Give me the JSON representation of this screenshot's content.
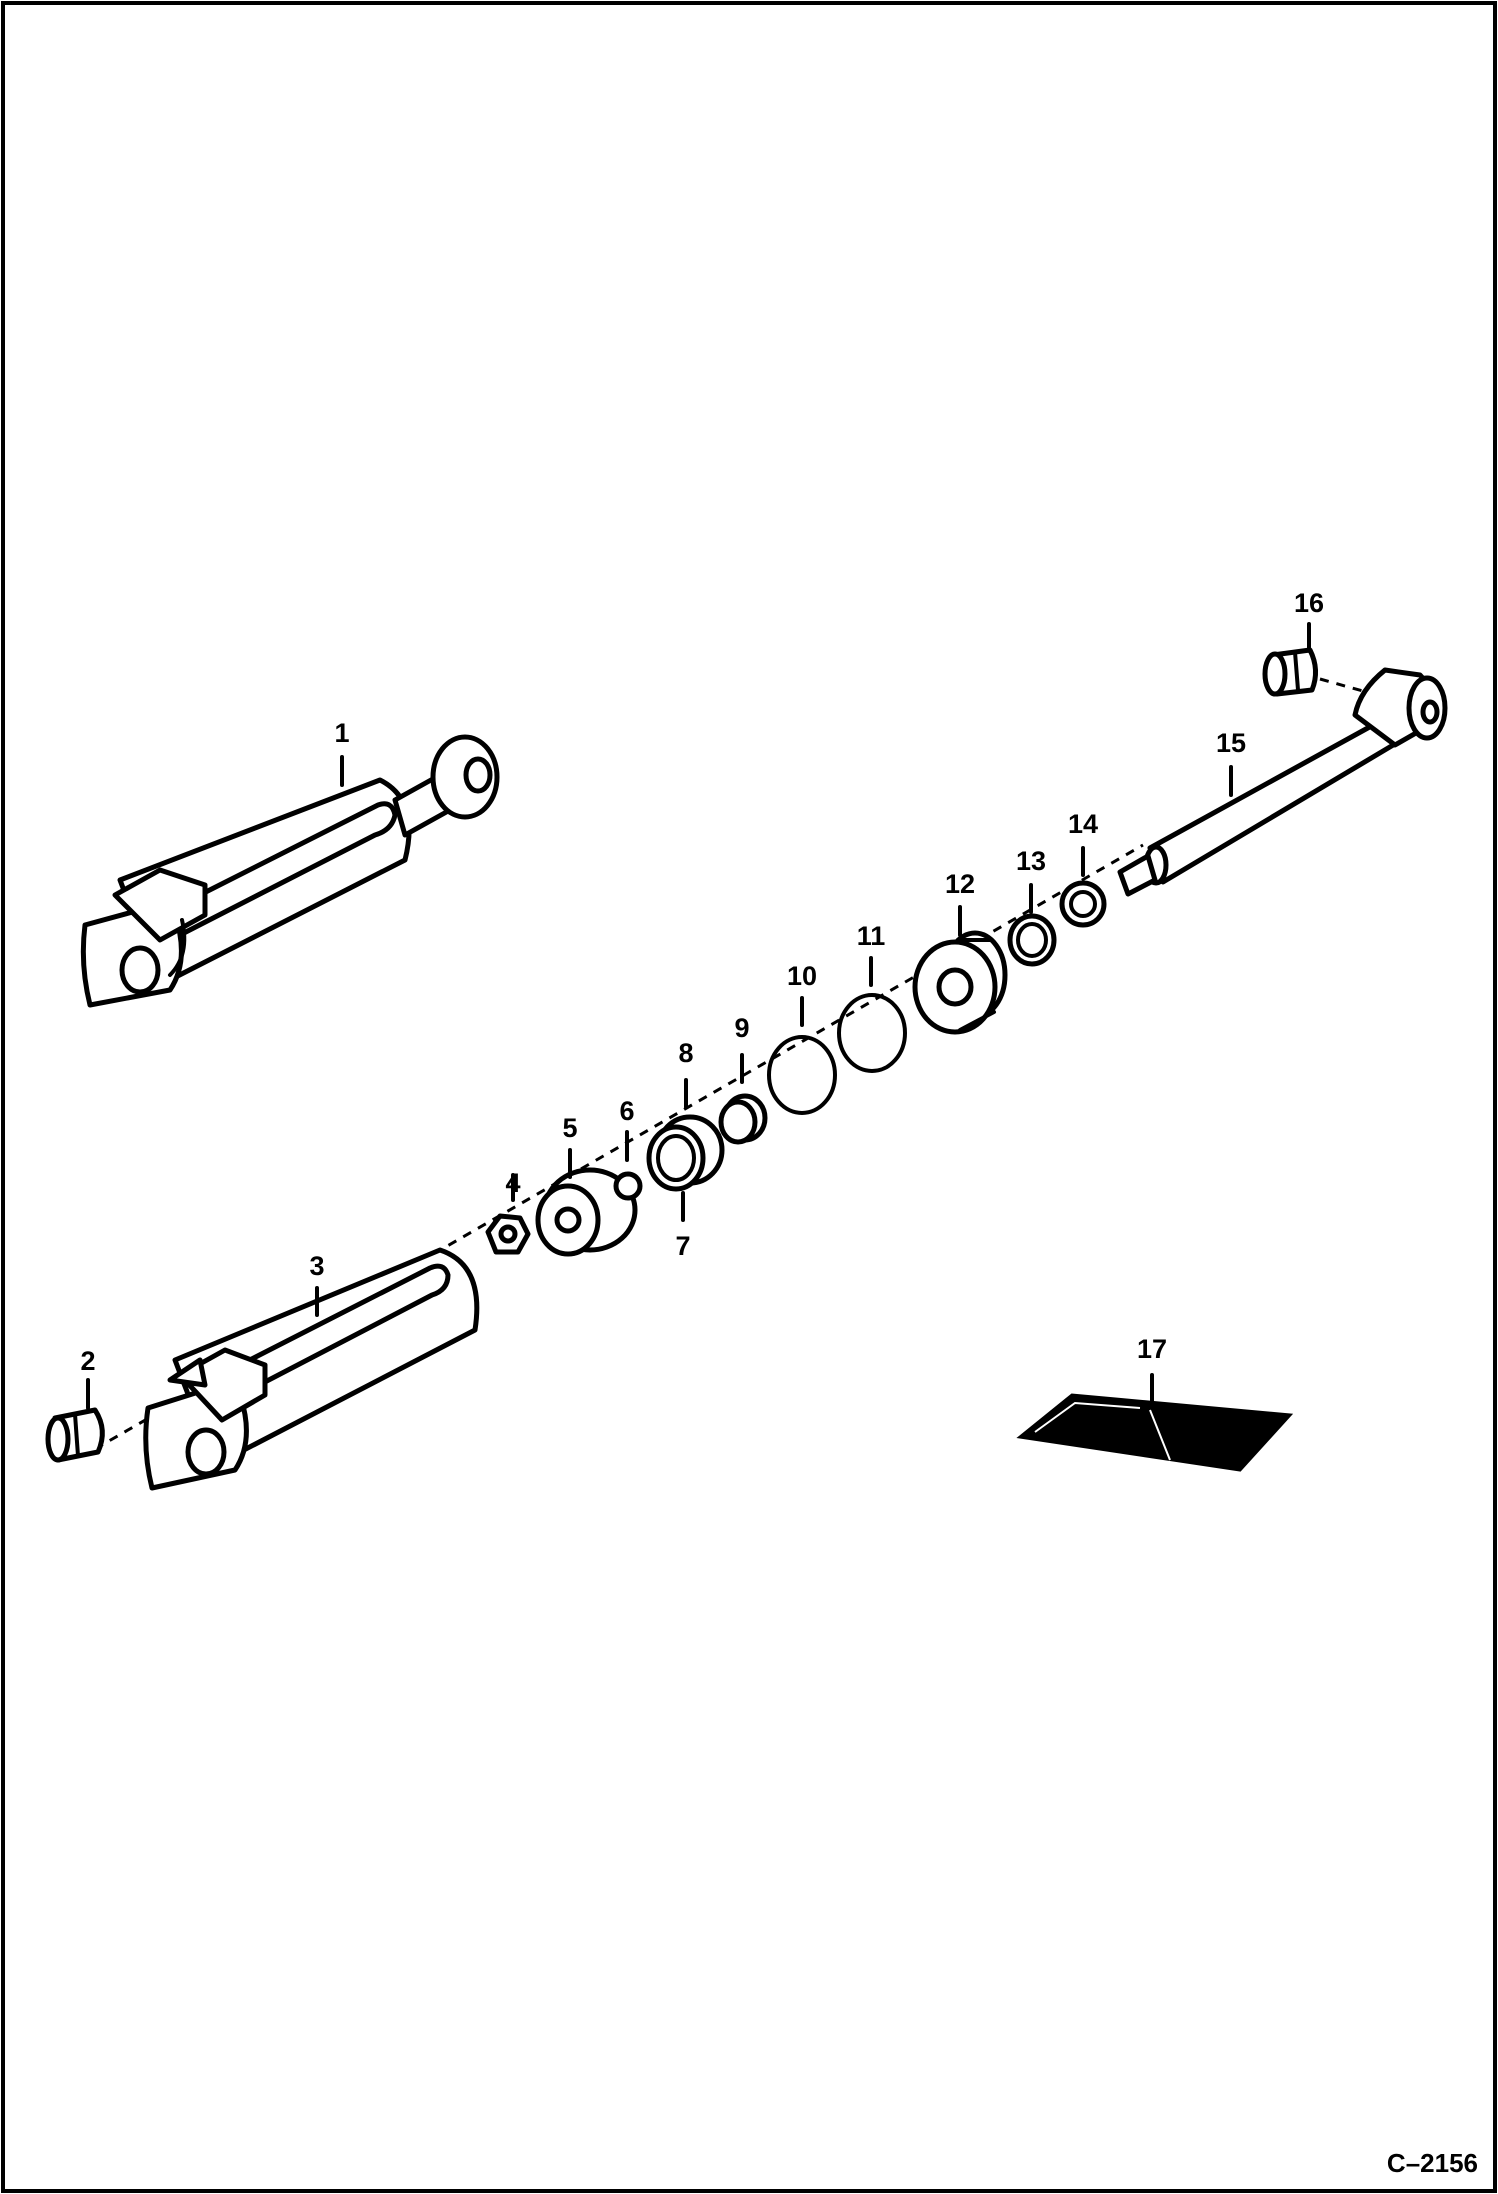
{
  "diagram": {
    "drawing_code": "C–2156",
    "callouts": [
      "1",
      "2",
      "3",
      "4",
      "5",
      "6",
      "7",
      "8",
      "9",
      "10",
      "11",
      "12",
      "13",
      "14",
      "15",
      "16",
      "17"
    ]
  }
}
